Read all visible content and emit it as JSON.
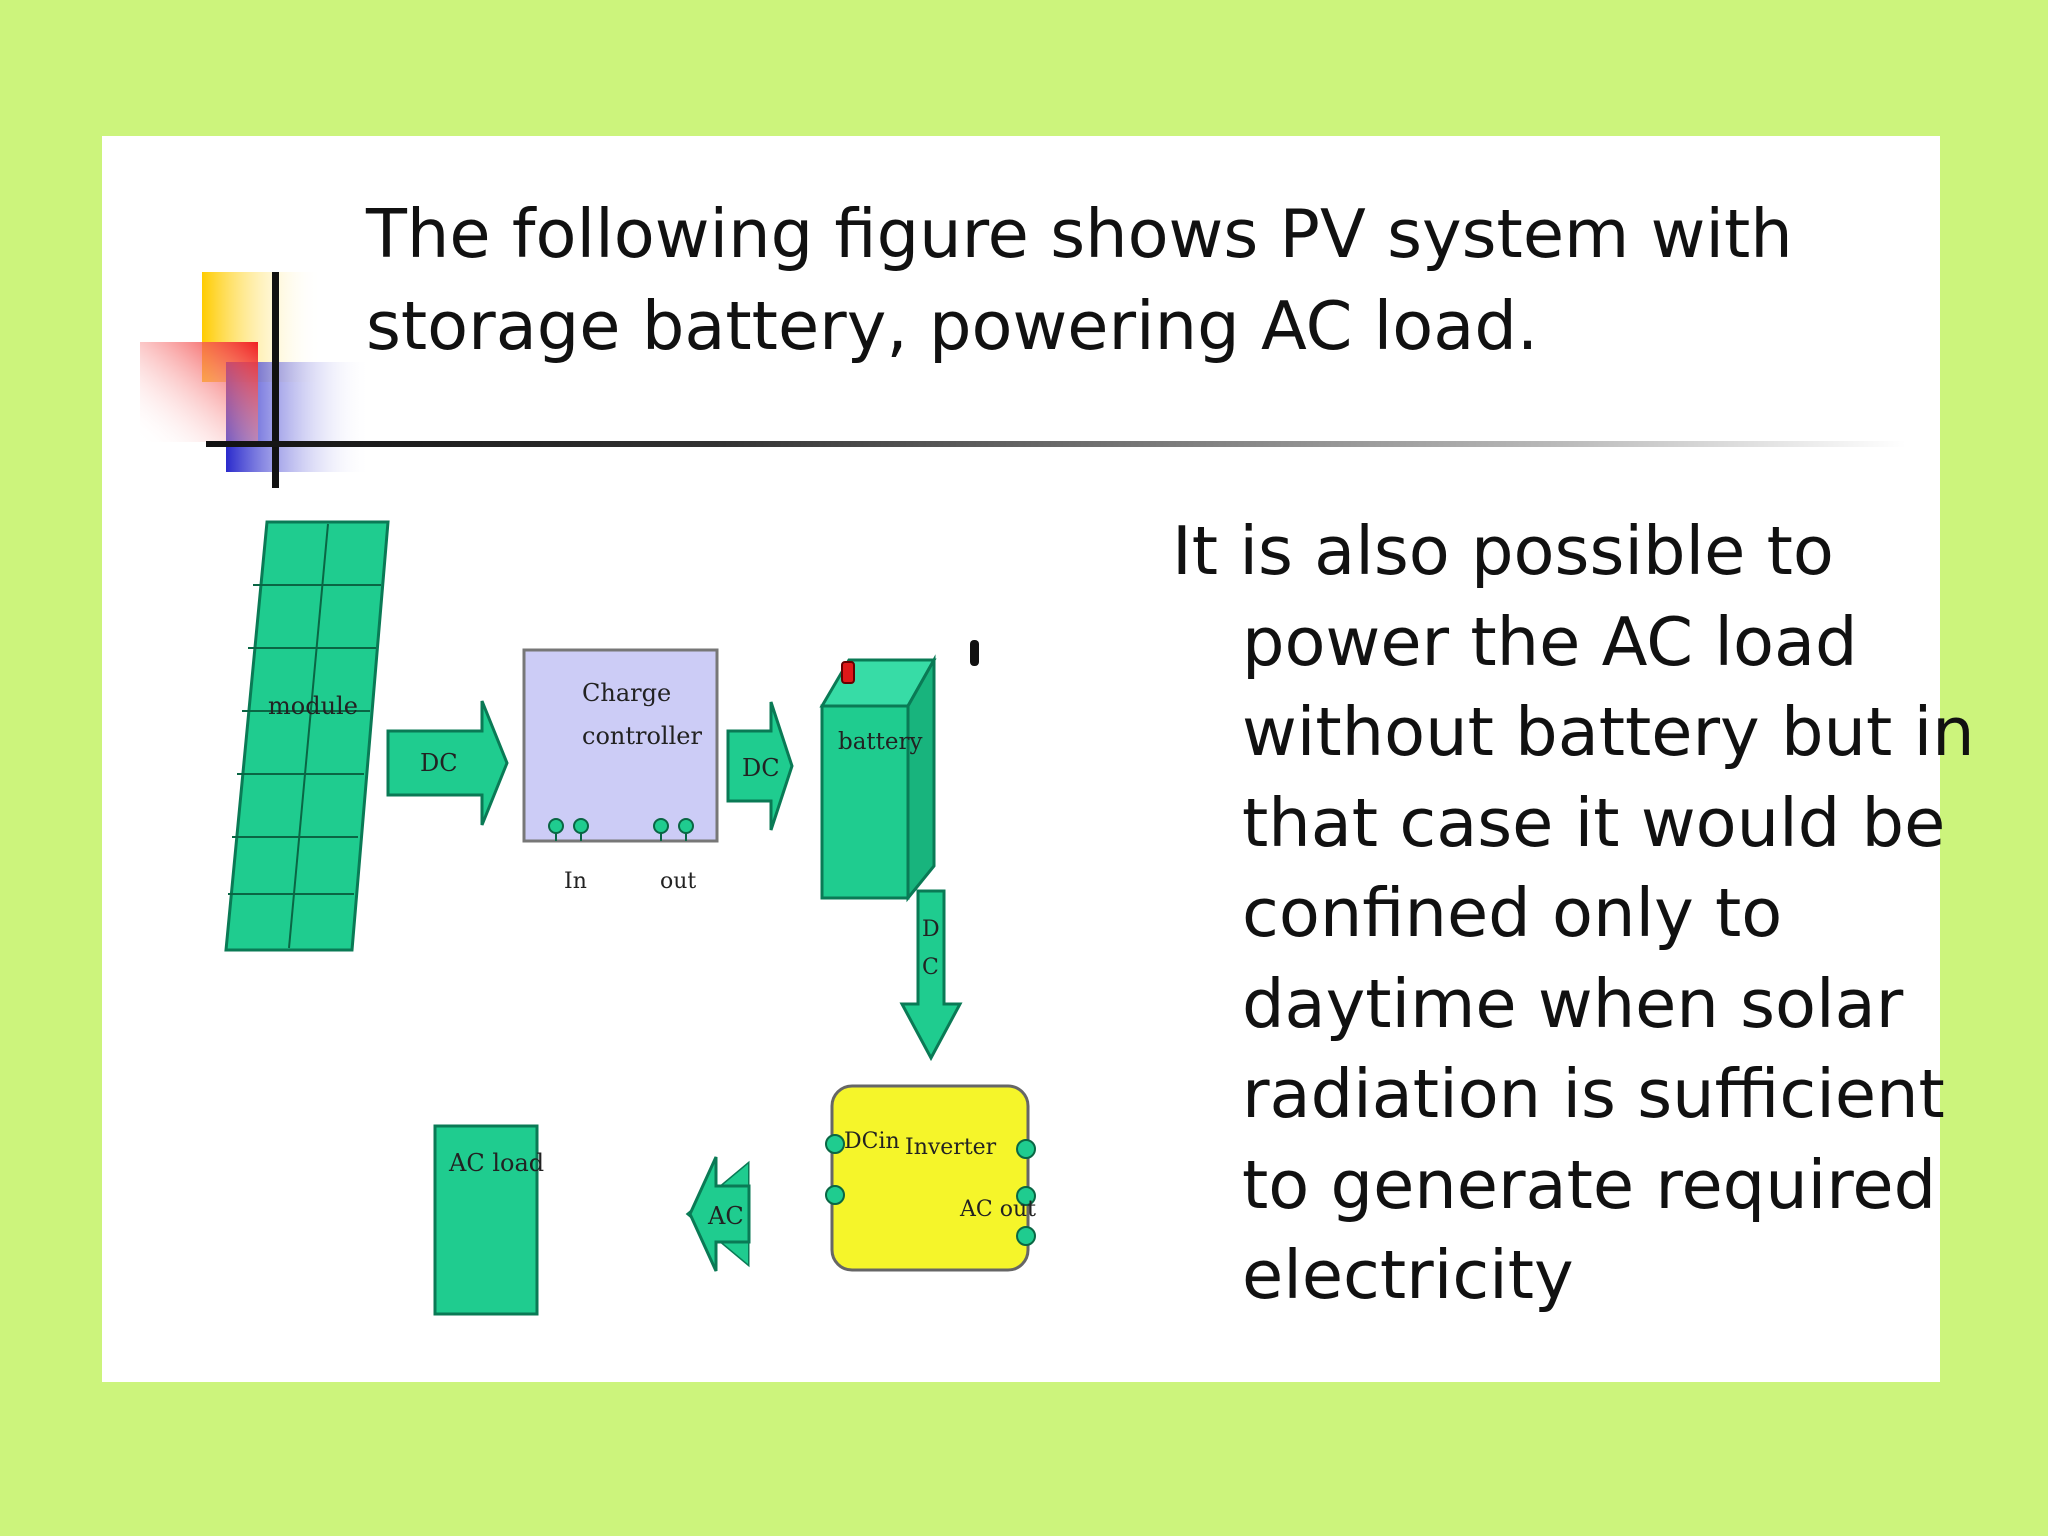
{
  "title": "The following figure shows PV system with storage battery, powering AC load.",
  "body": "It is also possible to power the AC load without battery but in that case it would be confined only to daytime when solar radiation is sufficient to generate required electricity",
  "diagram": {
    "module_label": "module",
    "controller_label_line1": "Charge",
    "controller_label_line2": "controller",
    "controller_in_label": "In",
    "controller_out_label": "out",
    "battery_label": "battery",
    "inverter_label": "Inverter",
    "inverter_dc_in_label": "DCin",
    "inverter_ac_out_label": "AC out",
    "ac_load_label": "AC load",
    "arrow_module_to_controller": "DC",
    "arrow_controller_to_battery": "DC",
    "arrow_battery_to_inverter_1": "D",
    "arrow_battery_to_inverter_2": "C",
    "arrow_inverter_to_load": "AC"
  },
  "colors": {
    "background": "#ccf47c",
    "slide": "#ffffff",
    "component_green": "#1fcc8f",
    "controller_fill": "#ccccf6",
    "inverter_fill": "#f5f52a",
    "battery_terminal": "#e01818",
    "deco_yellow": "#ffcc00",
    "deco_red": "#f03030",
    "deco_blue": "#3333cc"
  }
}
